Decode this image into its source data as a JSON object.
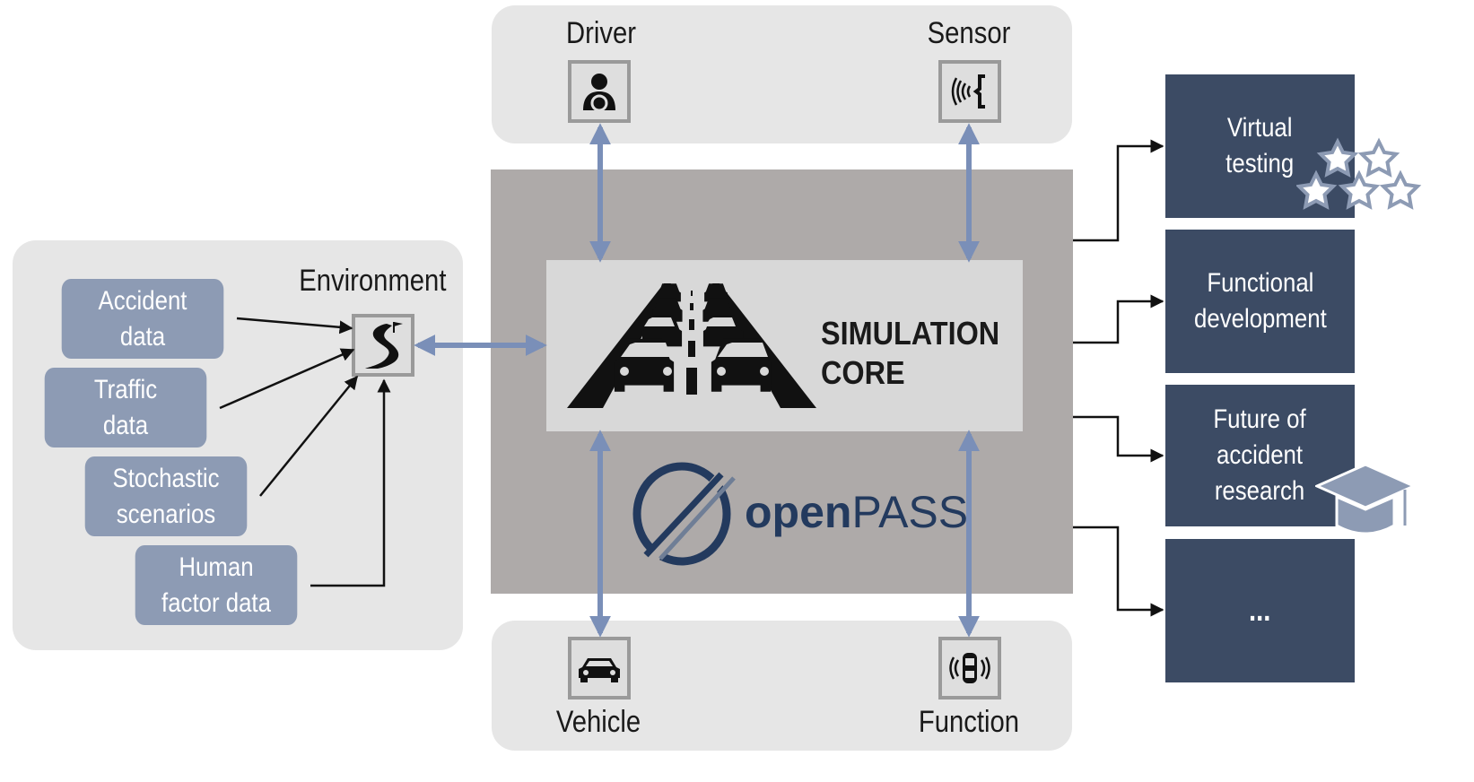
{
  "environment": {
    "title": "Environment",
    "sources": [
      {
        "label": "Accident\ndata"
      },
      {
        "label": "Traffic\ndata"
      },
      {
        "label": "Stochastic\nscenarios"
      },
      {
        "label": "Human\nfactor data"
      }
    ]
  },
  "top": {
    "driver": "Driver",
    "sensor": "Sensor"
  },
  "bottom": {
    "vehicle": "Vehicle",
    "function": "Function"
  },
  "core": {
    "line1": "SIMULATION",
    "line2": "CORE"
  },
  "logo": {
    "bold": "open",
    "regular": "PASS"
  },
  "outputs": [
    {
      "label": "Virtual\ntesting"
    },
    {
      "label": "Functional\ndevelopment"
    },
    {
      "label": "Future of\naccident\nresearch"
    },
    {
      "label": "..."
    }
  ],
  "colors": {
    "arrow_blue": "#7a8fb8",
    "source_box": "#8d9bb4",
    "output_box": "#3c4b64",
    "panel_gray": "#e6e6e6",
    "center_gray": "#aeaaa9"
  },
  "icons": [
    "driver-icon",
    "sensor-icon",
    "road-icon",
    "vehicle-icon",
    "function-icon",
    "traffic-cars-icon",
    "stars-icon",
    "graduation-cap-icon",
    "openpass-logo-icon"
  ]
}
